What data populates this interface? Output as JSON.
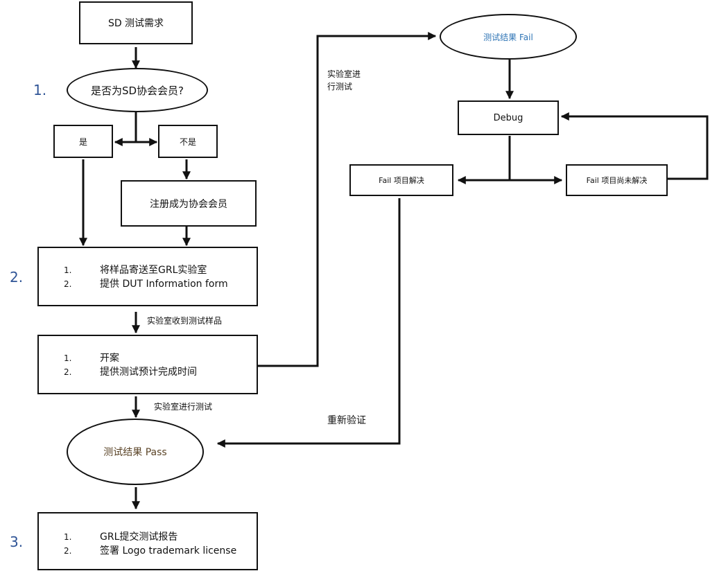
{
  "steps": [
    "1.",
    "2.",
    "3."
  ],
  "nodes": {
    "sd_requirement": "SD 测试需求",
    "member_question": "是否为SD协会会员?",
    "yes": "是",
    "no": "不是",
    "register": "注册成为协会会员",
    "step2_items": [
      {
        "num": "1.",
        "text": "将样品寄送至GRL实验室"
      },
      {
        "num": "2.",
        "text": "提供 DUT Information form"
      }
    ],
    "open_case_items": [
      {
        "num": "1.",
        "text": "开案"
      },
      {
        "num": "2.",
        "text": "提供测试预计完成时间"
      }
    ],
    "result_pass": "测试结果 Pass",
    "step3_items": [
      {
        "num": "1.",
        "text": "GRL提交测试报告"
      },
      {
        "num": "2.",
        "text": "签署 Logo trademark license"
      }
    ],
    "result_fail": "测试结果 Fail",
    "debug": "Debug",
    "fail_resolved": "Fail 项目解决",
    "fail_unresolved": "Fail 项目尚未解决"
  },
  "edge_labels": {
    "received": "实验室收到测试样品",
    "testing": "实验室进行测试",
    "lab_testing_line1": "实验室进",
    "lab_testing_line2": "行测试",
    "reverify": "重新验证"
  },
  "colors": {
    "step_number": "#2f5496",
    "fail_text": "#2e74b5",
    "pass_text": "#5a4326",
    "line": "#111111"
  }
}
